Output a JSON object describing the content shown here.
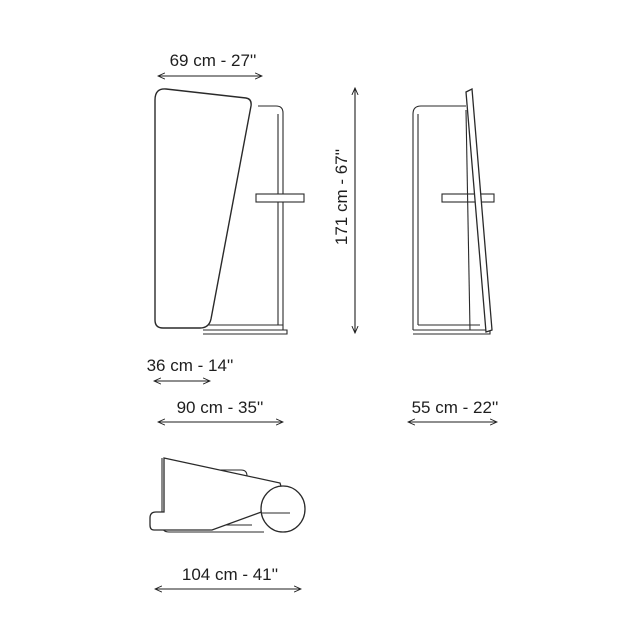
{
  "dimensions": {
    "top_width": "69 cm - 27''",
    "height": "171 cm - 67''",
    "base_width": "36 cm - 14''",
    "overall_width": "90 cm - 35''",
    "depth": "55 cm - 22''",
    "plan_width": "104 cm - 41''"
  },
  "colors": {
    "line": "#2a2a2a",
    "dim_line": "#1e1e1e",
    "fill": "#ffffff"
  }
}
